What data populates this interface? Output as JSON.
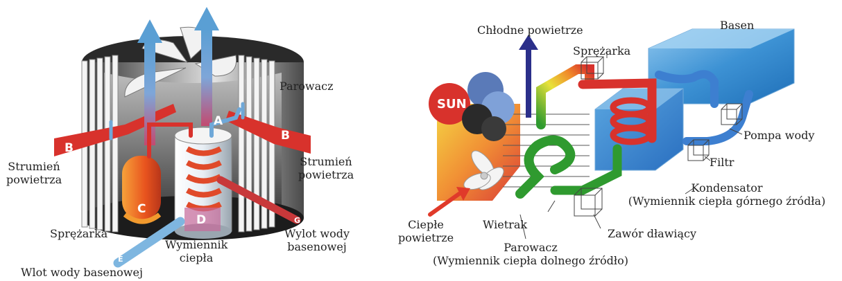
{
  "left": {
    "labels": {
      "parowacz": "Parowacz",
      "strumien_left": "Strumień\npowietrza",
      "strumien_right": "Strumień\npowietrza",
      "sprezarka": "Sprężarka",
      "wymiennik": "Wymiennik\nciepła",
      "wylot": "Wylot wody\nbasenowej",
      "wlot": "Wlot wody basenowej"
    },
    "letters": {
      "a": "A",
      "b_left": "B",
      "b_right": "B",
      "c": "C",
      "d": "D",
      "e": "E",
      "g": "G"
    }
  },
  "right": {
    "labels": {
      "chlodne": "Chłodne powietrze",
      "basen": "Basen",
      "sprezarka": "Sprężarka",
      "pompa": "Pompa wody",
      "filtr": "Filtr",
      "kondensator": "Kondensator\n(Wymiennik ciepła górnego źródła)",
      "cieple": "Ciepłe\npowietrze",
      "wietrak": "Wietrak",
      "zawor": "Zawór dławiący",
      "parowacz": "Parowacz\n(Wymiennik ciepła dolnego źródło)"
    },
    "sun": "SUN"
  },
  "colors": {
    "red": "#d8322c",
    "blue_arrow": "#5a9fd4",
    "navy": "#2b2f8a",
    "green": "#2f9a2f",
    "pool": "#4aa6e0",
    "cold_air_arrow": "#2b2f8a",
    "warm_air_arrow": "#e03a2a"
  }
}
